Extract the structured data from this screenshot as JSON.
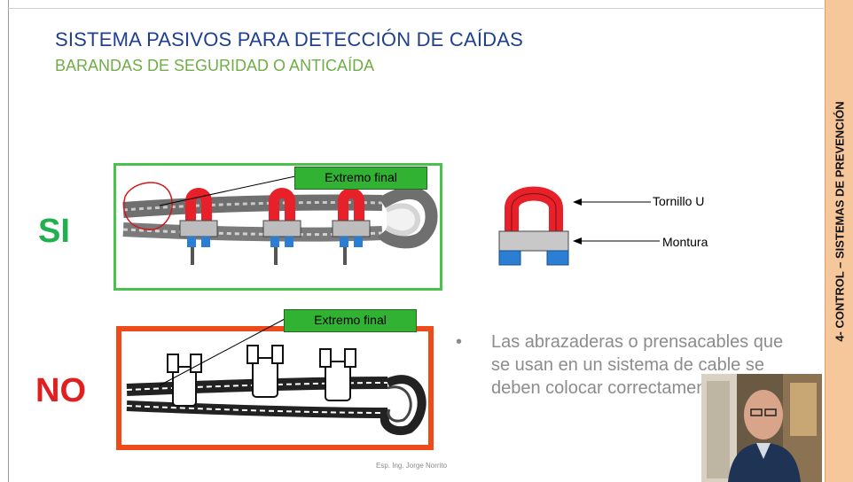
{
  "slide": {
    "title": "SISTEMA PASIVOS PARA DETECCIÓN DE CAÍDAS",
    "subtitle": "BARANDAS DE SEGURIDAD O ANTICAÍDA",
    "side_label": "4- CONTROL – SISTEMAS DE PREVENCIÓN",
    "si_label": "SI",
    "no_label": "NO",
    "callout_top": "Extremo final",
    "callout_bottom": "Extremo final",
    "clamp_labels": {
      "tornillo": "Tornillo U",
      "montura": "Montura"
    },
    "bullet_text": "Las abrazaderas o prensacables que se usan en un sistema de cable se deben colocar correctamente.",
    "bullet_symbol": "•",
    "footer": "Esp. Ing. Jorge Norrito"
  },
  "colors": {
    "title": "#1f3f8f",
    "subtitle": "#70ad47",
    "si": "#20b050",
    "no": "#e02020",
    "si_border": "#4cc04c",
    "no_border": "#ee4a1a",
    "side_bar": "#f6c79a",
    "callout": "#32b232",
    "clamp_red": "#e8202a",
    "clamp_blue": "#2a7fd4"
  }
}
